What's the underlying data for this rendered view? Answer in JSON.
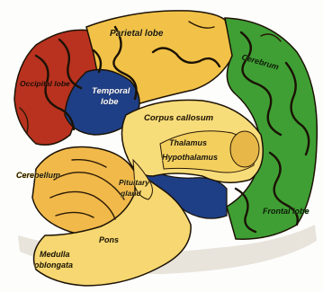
{
  "colors": {
    "background": "#fdfdfb",
    "occipital": "#b8321f",
    "parietal": "#f2c248",
    "frontal": "#3f9f34",
    "temporal": "#1e3f86",
    "midline": "#f7dc7a",
    "cerebellum": "#f1b94a",
    "brainstem": "#f6d771",
    "outline": "#1b1205",
    "base": "#c9a98a"
  },
  "labels": {
    "parietal": "Parietal lobe",
    "occipital": "Occipital lobe",
    "temporal_line1": "Temporal",
    "temporal_line2": "lobe",
    "cerebrum": "Cerebrum",
    "corpus_callosum": "Corpus callosum",
    "thalamus": "Thalamus",
    "hypothalamus": "Hypothalamus",
    "cerebellum": "Cerebellum",
    "pituitary_line1": "Pituitary",
    "pituitary_line2": "gland",
    "frontal": "Frontal lobe",
    "pons": "Pons",
    "medulla_line1": "Medulla",
    "medulla_line2": "oblongata"
  }
}
